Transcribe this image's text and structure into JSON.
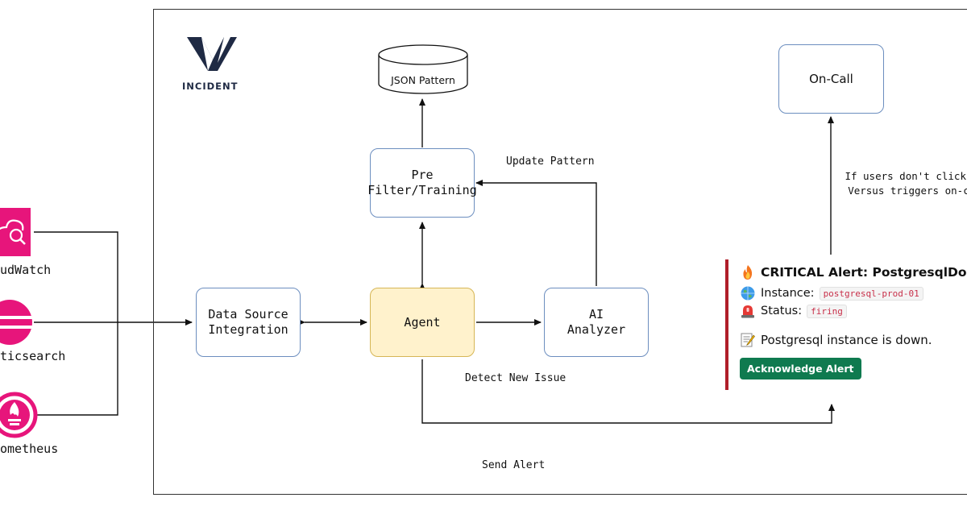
{
  "brand": {
    "name": "INCIDENT"
  },
  "sources": [
    {
      "label": "udWatch",
      "icon": "cloudwatch-icon",
      "color": "#e7157b"
    },
    {
      "label": "ticsearch",
      "icon": "elasticsearch-icon",
      "color": "#e7157b"
    },
    {
      "label": "ometheus",
      "icon": "prometheus-icon",
      "color": "#e7157b"
    }
  ],
  "nodes": {
    "json_pattern": "JSON Pattern",
    "prefilter": "Pre\nFilter/Training",
    "data_source": "Data Source\nIntegration",
    "agent": "Agent",
    "ai_analyzer": "AI\nAnalyzer",
    "on_call": "On-Call"
  },
  "edge_labels": {
    "update_pattern": "Update Pattern",
    "detect_new_issue": "Detect New Issue",
    "send_alert": "Send Alert",
    "oncall_note": "If users don't click AC\nVersus triggers on-cal"
  },
  "alert": {
    "title": "CRITICAL Alert: PostgresqlDown",
    "instance_label": "Instance:",
    "instance_value": "postgresql-prod-01",
    "status_label": "Status:",
    "status_value": "firing",
    "message": "Postgresql instance is down.",
    "button": "Acknowledge Alert"
  },
  "colors": {
    "node_border": "#6c8ebf",
    "agent_fill": "#fff2cc",
    "agent_border": "#d6b656",
    "alert_bar": "#b01e2a",
    "button": "#0f7a4f",
    "source_pink": "#e7157b"
  }
}
